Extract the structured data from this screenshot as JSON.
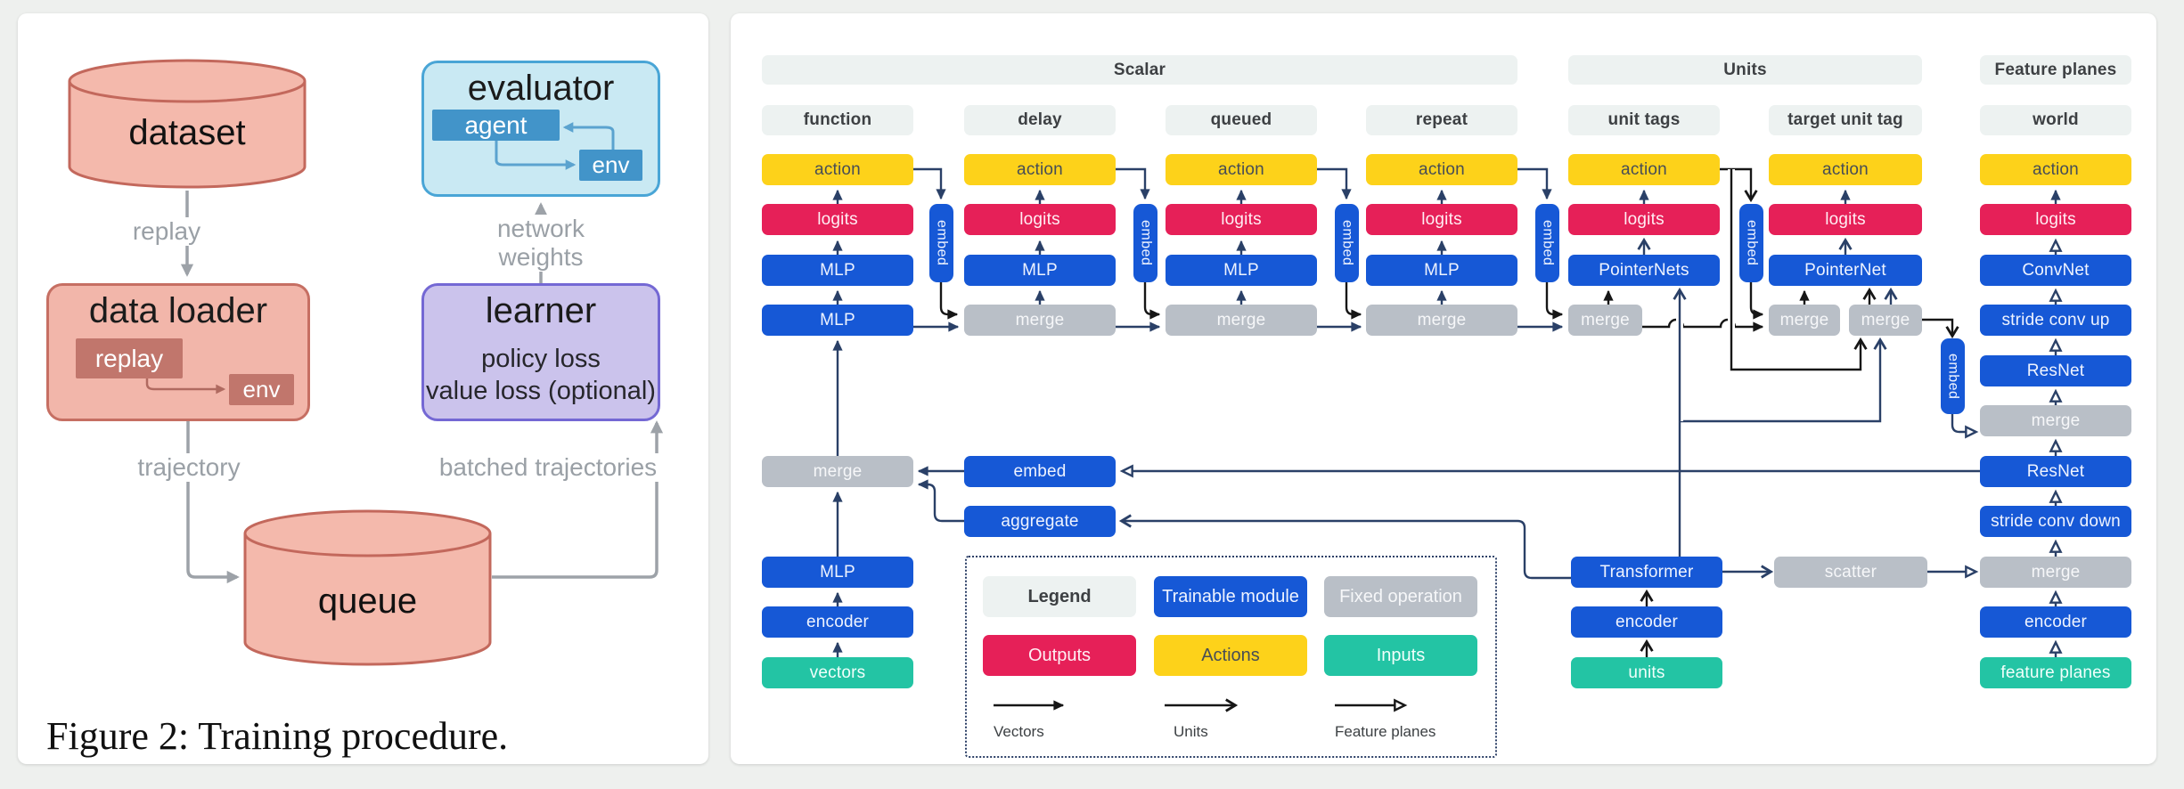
{
  "figure": {
    "caption": "Figure 2: Training procedure.",
    "dataset": "dataset",
    "queue": "queue",
    "evaluator": {
      "title": "evaluator",
      "agent": "agent",
      "env": "env"
    },
    "data_loader": {
      "title": "data loader",
      "replay": "replay",
      "env": "env"
    },
    "learner": {
      "title": "learner",
      "loss1": "policy loss",
      "loss2": "value loss (optional)"
    },
    "edge_labels": {
      "replay": "replay",
      "network_weights": "network weights",
      "trajectory": "trajectory",
      "batched_trajectories": "batched trajectories"
    }
  },
  "architecture": {
    "group_headers": {
      "scalar": "Scalar",
      "units": "Units",
      "feature_planes": "Feature planes"
    },
    "column_headers": {
      "function": "function",
      "delay": "delay",
      "queued": "queued",
      "repeat": "repeat",
      "unit_tags": "unit tags",
      "target_unit_tag": "target unit tag",
      "world": "world"
    },
    "node_labels": {
      "action": "action",
      "logits": "logits",
      "mlp": "MLP",
      "merge": "merge",
      "embed": "embed",
      "aggregate": "aggregate",
      "encoder": "encoder",
      "vectors": "vectors",
      "units": "units",
      "feature_planes": "feature planes",
      "pointernets": "PointerNets",
      "pointernet": "PointerNet",
      "convnet": "ConvNet",
      "stride_conv_up": "stride conv up",
      "stride_conv_down": "stride conv down",
      "resnet": "ResNet",
      "transformer": "Transformer",
      "scatter": "scatter"
    },
    "legend": {
      "title": "Legend",
      "trainable": "Trainable module",
      "fixed": "Fixed operation",
      "outputs": "Outputs",
      "actions": "Actions",
      "inputs": "Inputs",
      "arrow_vectors": "Vectors",
      "arrow_units": "Units",
      "arrow_feature_planes": "Feature planes"
    },
    "colors": {
      "trainable_module": "#1658d6",
      "fixed_operation": "#b9bfc7",
      "outputs": "#e62058",
      "actions": "#fdd21a",
      "inputs": "#23c4a4",
      "header_pill": "#edf2f1",
      "arrow_navy": "#2a4067",
      "arrow_black": "#161616"
    }
  }
}
